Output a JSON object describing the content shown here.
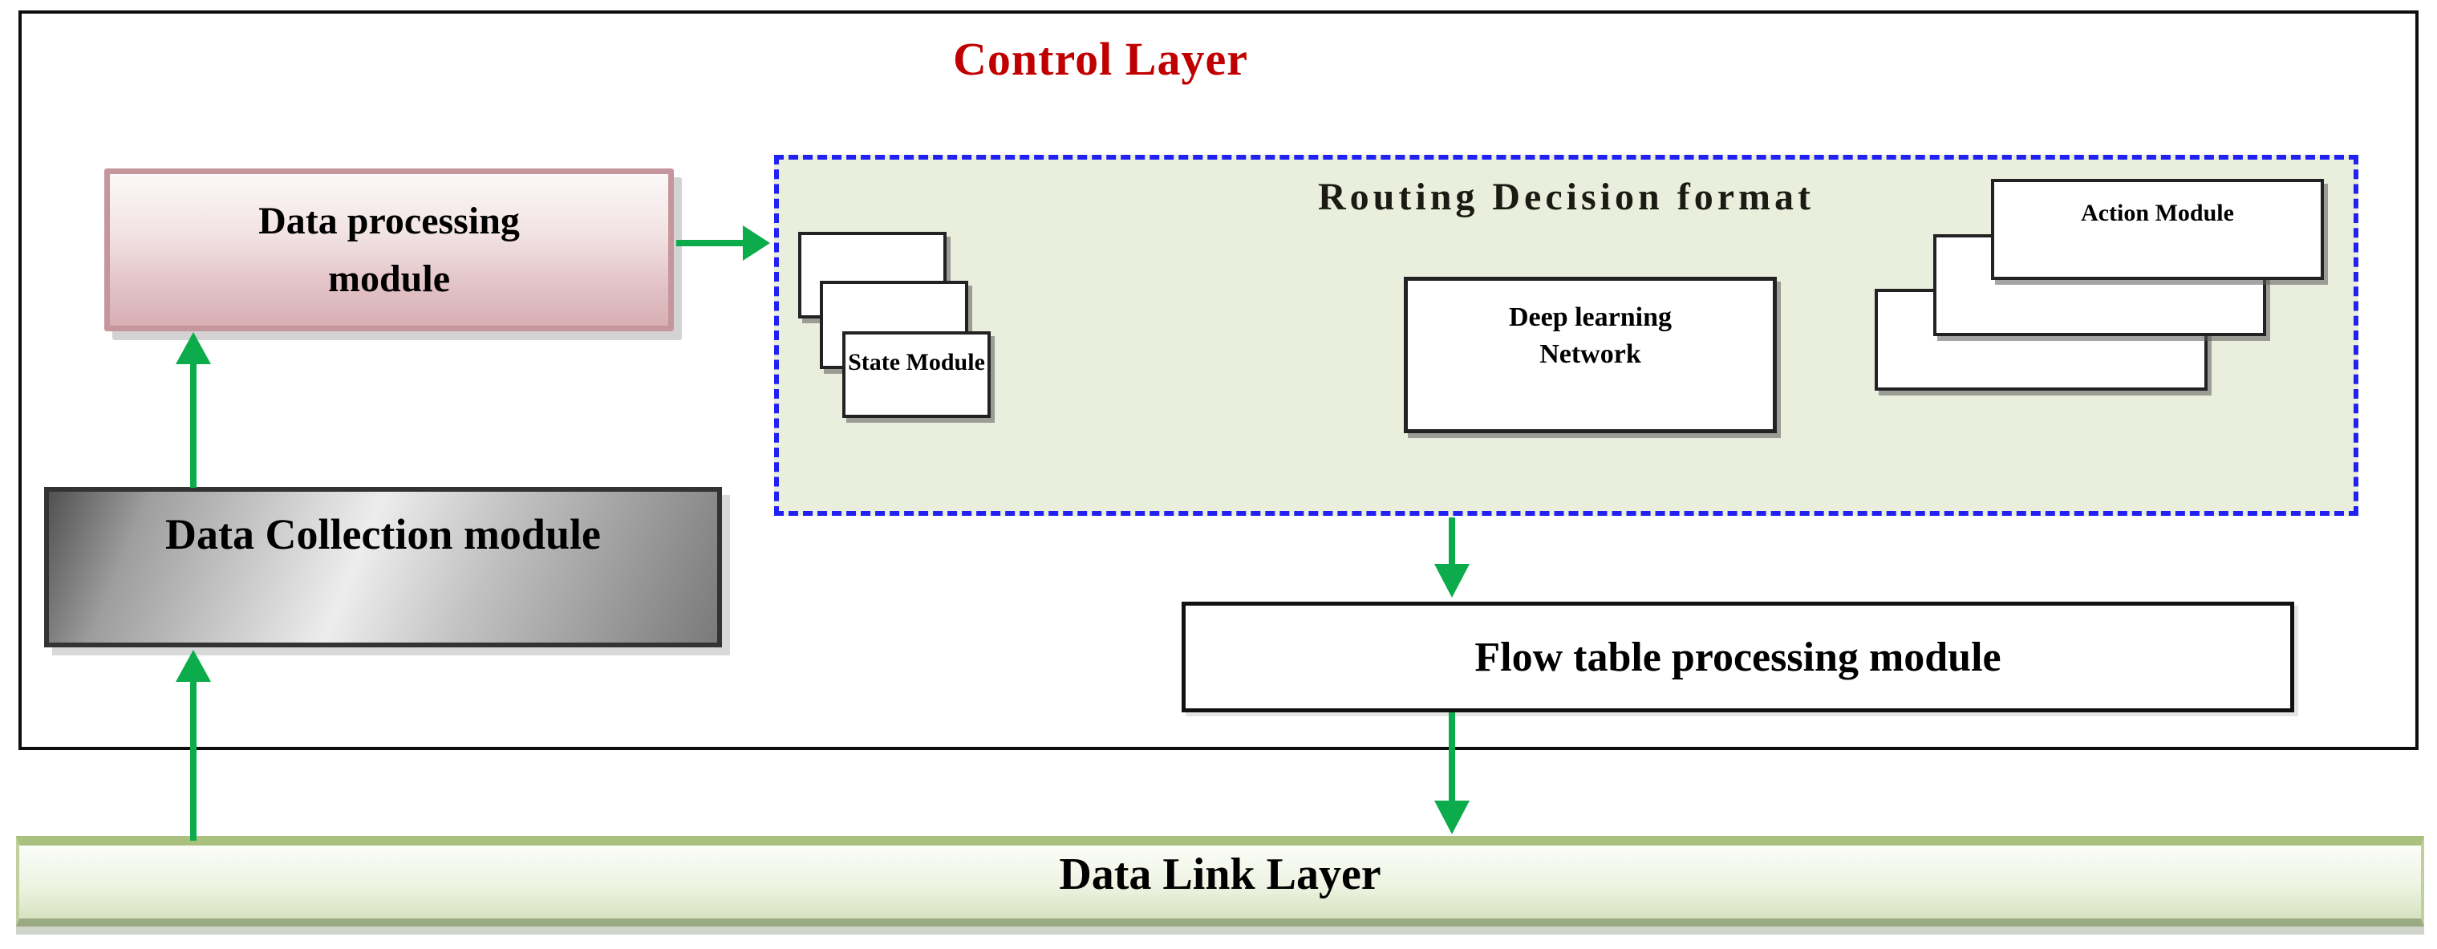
{
  "labels": {
    "control_layer": "Control Layer",
    "data_processing_module": [
      "Data processing",
      "module"
    ],
    "data_collection_module": "Data Collection module",
    "routing_decision_format": "Routing Decision format",
    "state_module": "State Module",
    "deep_learning_network": [
      "Deep learning",
      "Network"
    ],
    "action_module": "Action Module",
    "flow_table_processing_module": "Flow table processing module",
    "data_link_layer": "Data Link Layer"
  },
  "colors": {
    "control_title_red": "#c00000",
    "arrow_green": "#0cab4b",
    "routing_border_blue": "#2121f3",
    "routing_fill_sage": "#e9eedd",
    "processing_border_pink": "#c5969b",
    "processing_fill_pink": "#d7afb5",
    "collection_gray_dark": "#515151",
    "link_layer_band_green": "#a9c07e",
    "box_border_black": "#1a1a1a"
  }
}
